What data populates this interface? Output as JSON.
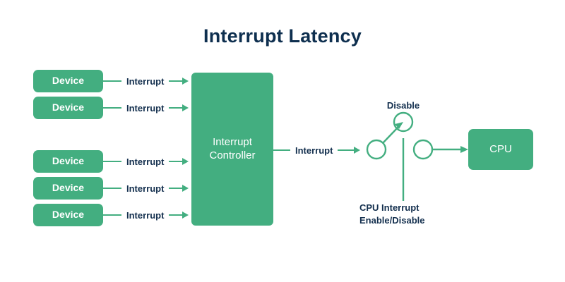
{
  "page": {
    "title": "Interrupt Latency",
    "background_color": "#ffffff"
  },
  "colors": {
    "green": "#43ae80",
    "navy": "#132f4e",
    "title_navy": "#0e2f4f",
    "white": "#ffffff"
  },
  "diagram": {
    "type": "block-flow-diagram",
    "devices_group_top": [
      {
        "label": "Device",
        "signal": "Interrupt"
      },
      {
        "label": "Device",
        "signal": "Interrupt"
      }
    ],
    "devices_group_bottom": [
      {
        "label": "Device",
        "signal": "Interrupt"
      },
      {
        "label": "Device",
        "signal": "Interrupt"
      },
      {
        "label": "Device",
        "signal": "Interrupt"
      }
    ],
    "controller": {
      "line1": "Interrupt",
      "line2": "Controller"
    },
    "controller_output": {
      "signal": "Interrupt"
    },
    "switch": {
      "disable_label": "Disable",
      "control_label_line1": "CPU Interrupt",
      "control_label_line2": "Enable/Disable"
    },
    "cpu": {
      "label": "CPU"
    }
  }
}
